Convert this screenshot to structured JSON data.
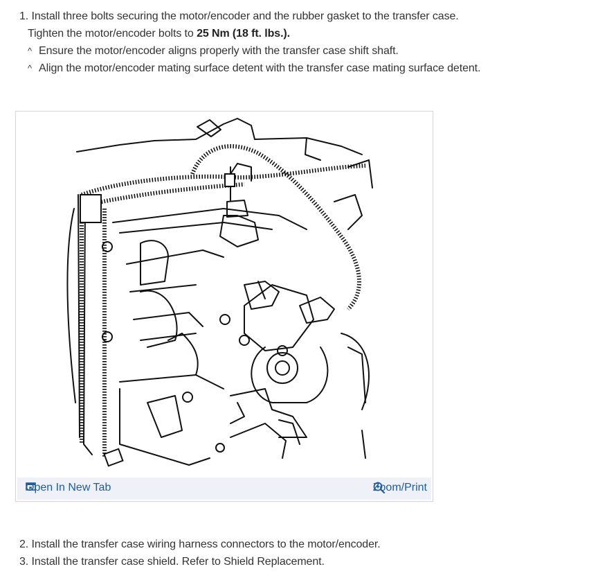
{
  "steps": {
    "step1_line1": "1. Install three bolts securing the motor/encoder and the rubber gasket to the transfer case.",
    "step1_line2_prefix": "Tighten the motor/encoder bolts to ",
    "step1_line2_bold": "25 Nm (18 ft. lbs.).",
    "bullet1": "Ensure the motor/encoder aligns properly with the transfer case shift shaft.",
    "bullet2": "Align the motor/encoder mating surface detent with the transfer case mating surface detent.",
    "bullet_marker": "^",
    "step2": "2. Install the transfer case wiring harness connectors to the motor/encoder.",
    "step3": "3. Install the transfer case shield. Refer to Shield Replacement."
  },
  "figure": {
    "open_tab_label": "Open In New Tab",
    "zoom_label": "Zoom/Print",
    "open_tab_icon": "external-link-icon",
    "zoom_icon": "magnifier-plus-icon",
    "link_color": "#1f5c9e",
    "bar_color": "#eef1f7"
  }
}
